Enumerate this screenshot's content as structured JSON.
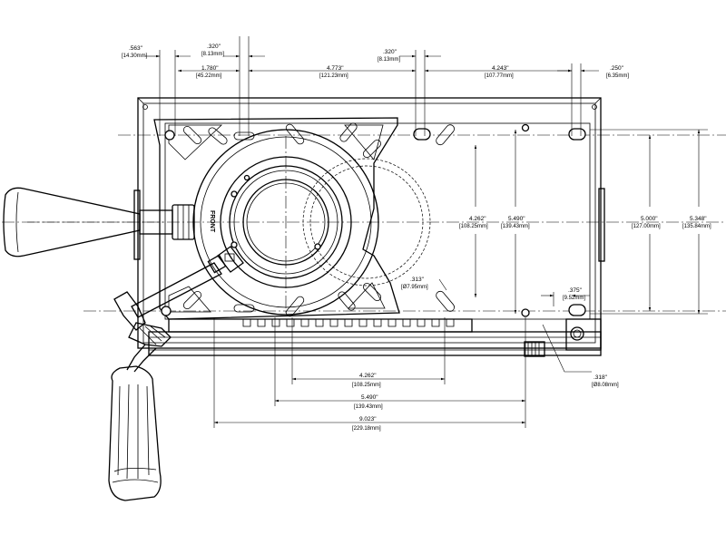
{
  "dimensions": {
    "d563": {
      "in": ".563\"",
      "mm": "[14.30mm]"
    },
    "d320a": {
      "in": ".320\"",
      "mm": "[8.13mm]"
    },
    "d1780": {
      "in": "1.780\"",
      "mm": "[45.22mm]"
    },
    "d4773": {
      "in": "4.773\"",
      "mm": "[121.23mm]"
    },
    "d320b": {
      "in": ".320\"",
      "mm": "[8.13mm]"
    },
    "d4243": {
      "in": "4.243\"",
      "mm": "[107.77mm]"
    },
    "d250": {
      "in": ".250\"",
      "mm": "[6.35mm]"
    },
    "d4262v": {
      "in": "4.262\"",
      "mm": "[108.25mm]"
    },
    "d5490v": {
      "in": "5.490\"",
      "mm": "[139.43mm]"
    },
    "d5000": {
      "in": "5.000\"",
      "mm": "[127.00mm]"
    },
    "d5348": {
      "in": "5.348\"",
      "mm": "[135.84mm]"
    },
    "d313": {
      "in": ".313\"",
      "mm": "[Ø7.95mm]"
    },
    "d375": {
      "in": ".375\"",
      "mm": "[9.52mm]"
    },
    "d4262h": {
      "in": "4.262\"",
      "mm": "[108.25mm]"
    },
    "d5490h": {
      "in": "5.490\"",
      "mm": "[139.43mm]"
    },
    "d9023": {
      "in": "9.023\"",
      "mm": "[229.18mm]"
    },
    "d318": {
      "in": ".318\"",
      "mm": "[Ø8.08mm]"
    }
  },
  "labels": {
    "front": "FRONT"
  }
}
